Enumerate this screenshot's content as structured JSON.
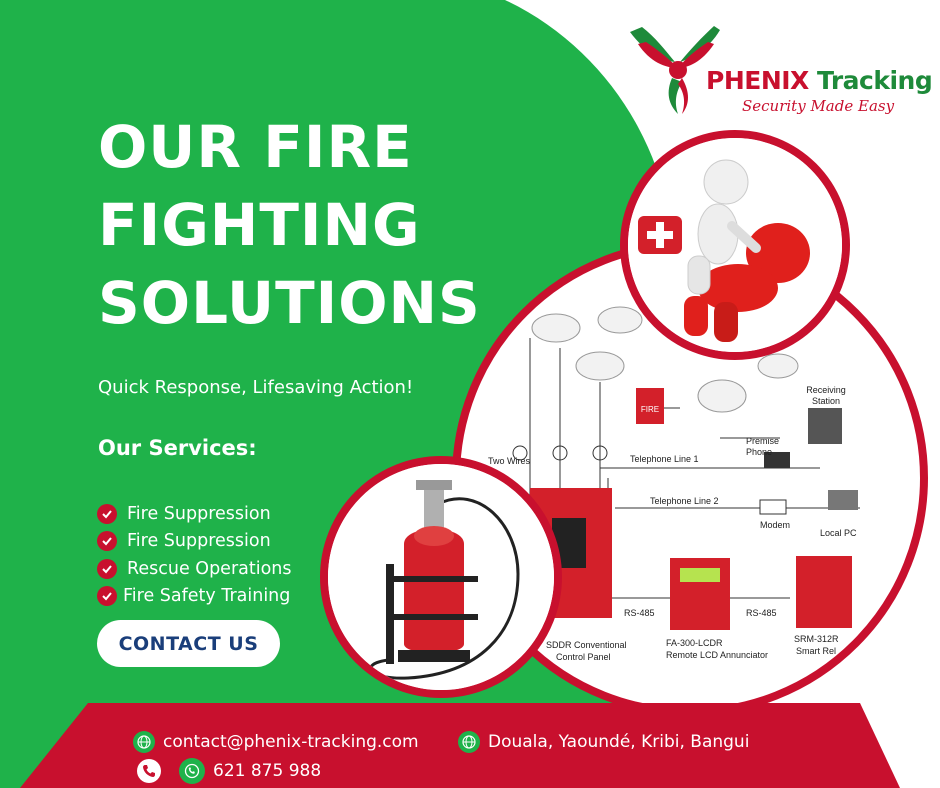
{
  "brand": {
    "name_part1": "PHENIX",
    "name_part2": " Tracking",
    "tagline": "Security Made Easy"
  },
  "headline": {
    "line1": "OUR FIRE",
    "line2": "FIGHTING",
    "line3": "SOLUTIONS"
  },
  "tagline": "Quick Response, Lifesaving Action!",
  "services_title": "Our Services:",
  "services": [
    "Fire Suppression",
    "Fire Suppression",
    "Rescue Operations",
    "Fire Safety Training"
  ],
  "contact_button": "CONTACT US",
  "diagram_labels": {
    "two_wires": "Two Wires",
    "telephone_line_1": "Telephone Line 1",
    "telephone_line_2": "Telephone Line 2",
    "premise_phone_1": "Premise",
    "premise_phone_2": "Phone",
    "receiving_station_1": "Receiving",
    "receiving_station_2": "Station",
    "modem": "Modem",
    "local_pc": "Local PC",
    "rs485_a": "RS-485",
    "rs485_b": "RS-485",
    "panel_1": "SDDR Conventional",
    "panel_2": "Control Panel",
    "annunciator_1": "FA-300-LCDR",
    "annunciator_2": "Remote LCD Annunciator",
    "relay_1": "SRM-312R",
    "relay_2": "Smart Rel",
    "fire_sign": "FIRE"
  },
  "footer": {
    "email": "contact@phenix-tracking.com",
    "locations": "Douala, Yaoundé, Kribi, Bangui",
    "phone": "621 875 988"
  },
  "colors": {
    "green": "#1fb24a",
    "red": "#c8102e",
    "navy": "#1a3e7a",
    "white": "#ffffff"
  },
  "icons": [
    "check-icon",
    "globe-icon",
    "phone-icon",
    "whatsapp-icon",
    "phoenix-logo"
  ]
}
